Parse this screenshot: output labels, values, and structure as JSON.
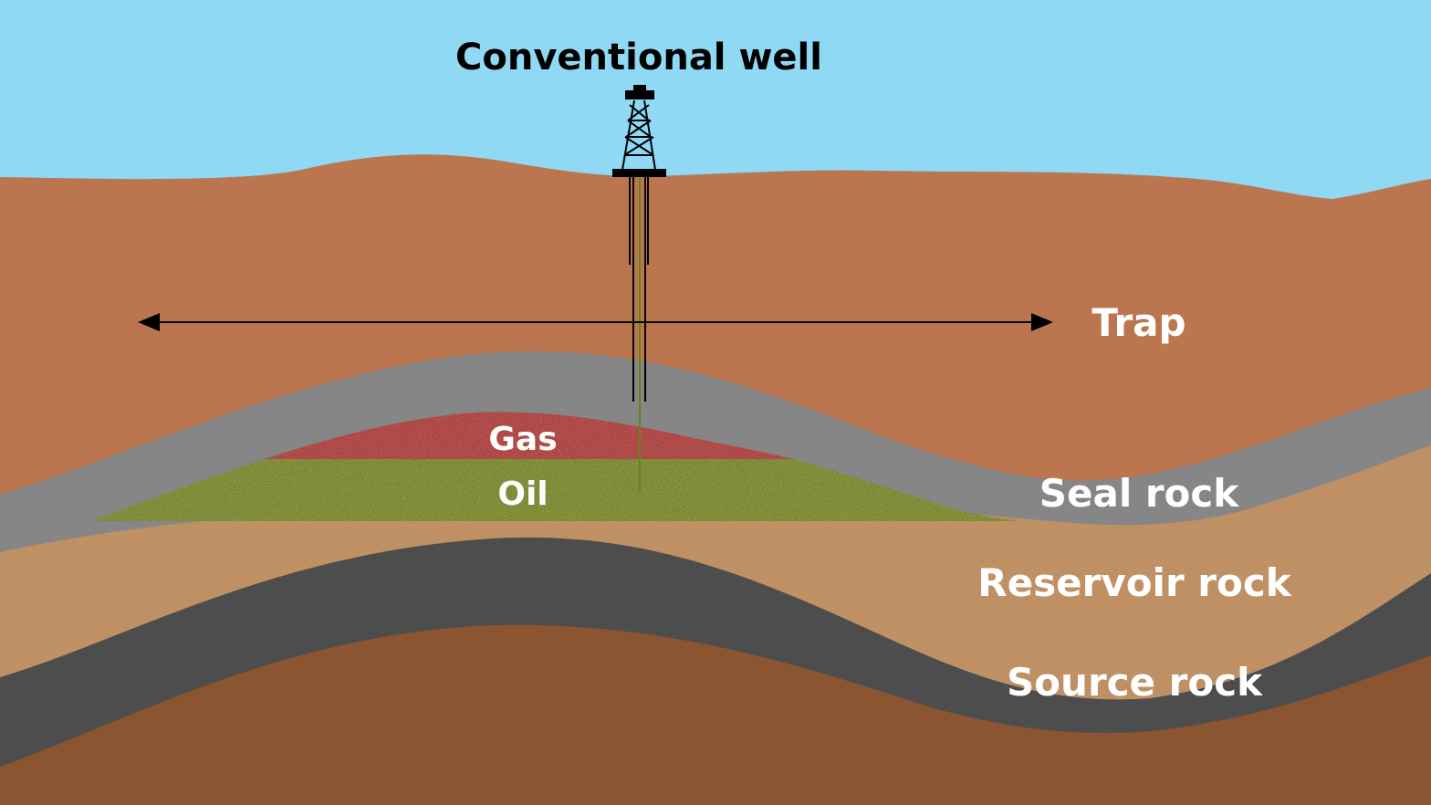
{
  "title": "Conventional well",
  "labels": {
    "trap": "Trap",
    "gas": "Gas",
    "oil": "Oil",
    "seal_rock": "Seal rock",
    "reservoir_rock": "Reservoir rock",
    "source_rock": "Source rock"
  },
  "colors": {
    "sky": "#8fd9f5",
    "overburden": "#bb7650",
    "seal_rock": "#868686",
    "reservoir_rock": "#c39266",
    "source_rock": "#4d4d4d",
    "basement": "#8a5530",
    "gas": "#c0504d",
    "oil": "#8a9a3c",
    "label_dark": "#000000",
    "label_light": "#ffffff"
  }
}
